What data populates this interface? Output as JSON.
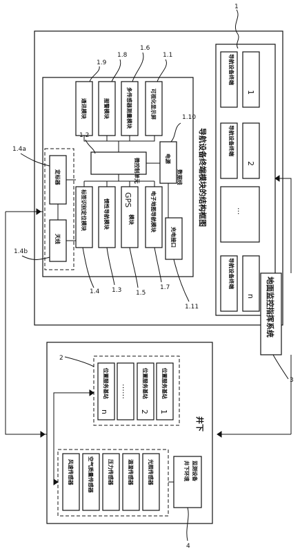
{
  "title": "导航设备终端模块的结构框图",
  "ref": {
    "r1": "1",
    "r1_1": "1.1",
    "r1_2": "1.2",
    "r1_3": "1.3",
    "r1_4": "1.4",
    "r1_4a": "1.4a",
    "r1_4b": "1.4b",
    "r1_5": "1.5",
    "r1_6": "1.6",
    "r1_7": "1.7",
    "r1_8": "1.8",
    "r1_9": "1.9",
    "r1_10": "1.10",
    "r1_11": "1.11",
    "r2": "2",
    "r3": "3",
    "r4": "4"
  },
  "terminals": [
    "导航设备终端",
    "导航设备终端",
    "导航设备终端"
  ],
  "terminal_idx": [
    "1",
    "2",
    "n"
  ],
  "ellipsis": "···",
  "top_modules": [
    "可视化显示屏",
    "多传感器测量模块",
    "报警模块",
    "通讯模块"
  ],
  "controller": "微控制单元",
  "battery": "电源",
  "bus": "数据线",
  "bottom_modules": [
    "电子地图导航模块",
    "GPS",
    "模块",
    "惯性导航模块",
    "标签识别定位模块"
  ],
  "charger": "充电接口",
  "left_units": [
    "定标器",
    "天线"
  ],
  "ground": "地面监控指挥系统",
  "well": "井下",
  "stations": [
    "位置服务基站",
    "位置服务基站",
    "位置服务基站"
  ],
  "station_idx": [
    "1",
    "2",
    "n"
  ],
  "station_dots": "……",
  "sensors": [
    "光照传感器",
    "温湿传感器",
    "压力传感器",
    "空气质量传感器",
    "风速传感器"
  ],
  "env": [
    "井下环境",
    "监测设备"
  ]
}
